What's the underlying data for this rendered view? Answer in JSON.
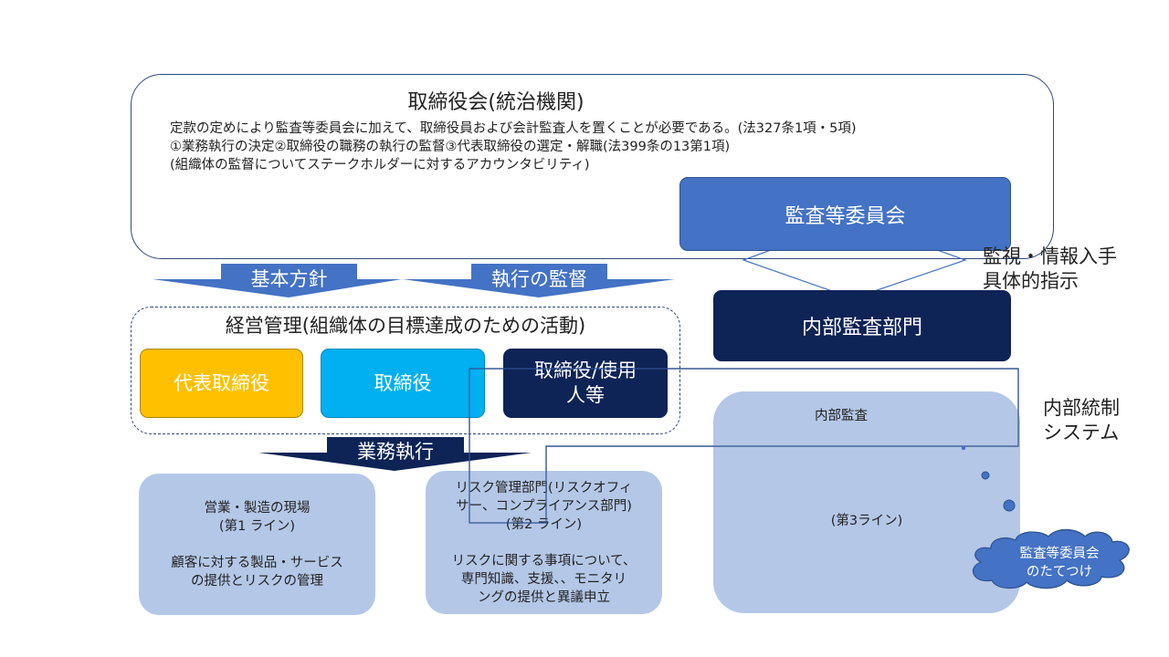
{
  "board": {
    "title": "取締役会(統治機関)",
    "line1": "定款の定めにより監査等委員会に加えて、取締役員および会計監査人を置くことが必要である。(法327条1項・5項)",
    "line2": "①業務執行の決定②取締役の職務の執行の監督③代表取締役の選定・解職(法399条の13第1項)",
    "line3": "(組織体の監督についてステークホルダーに対するアカウンタビリティ)"
  },
  "committee": {
    "label": "監査等委員会"
  },
  "internal_audit_dept": {
    "label": "内部監査部門"
  },
  "monitoring": {
    "line1": "監視・情報入手",
    "line2": "具体的指示"
  },
  "arrows": {
    "basic_policy": "基本方針",
    "execution_oversight": "執行の監督",
    "business_execution": "業務執行"
  },
  "management": {
    "title": "経営管理(組織体の目標達成のための活動)",
    "roles": [
      "代表取締役",
      "取締役",
      "取締役/使用",
      "人等"
    ]
  },
  "first_line": {
    "title": "営業・製造の現場",
    "subtitle": "(第1 ライン)",
    "desc1": "顧客に対する製品・サービス",
    "desc2": "の提供とリスクの管理"
  },
  "second_line": {
    "title1": "リスク管理部門(リスクオフィ",
    "title2": "サー、コンプライアンス部門)",
    "subtitle": "(第2 ライン)",
    "desc1": "リスクに関する事項について、",
    "desc2": "専門知識、支援、、モニタリ",
    "desc3": "ングの提供と異議申立"
  },
  "internal_audit": {
    "title": "内部監査",
    "line": "(第3ライン)"
  },
  "internal_control": {
    "line1": "内部統制",
    "line2": "システム"
  },
  "callout": {
    "line1": "監査等委員会",
    "line2": "のたてつけ"
  },
  "colors": {
    "blue": "#4472c4",
    "navy": "#0e2356",
    "gold": "#ffc000",
    "cyan": "#00b0f0",
    "light_blue": "#b4c7e7",
    "arrow_blue": "#4472c4"
  }
}
